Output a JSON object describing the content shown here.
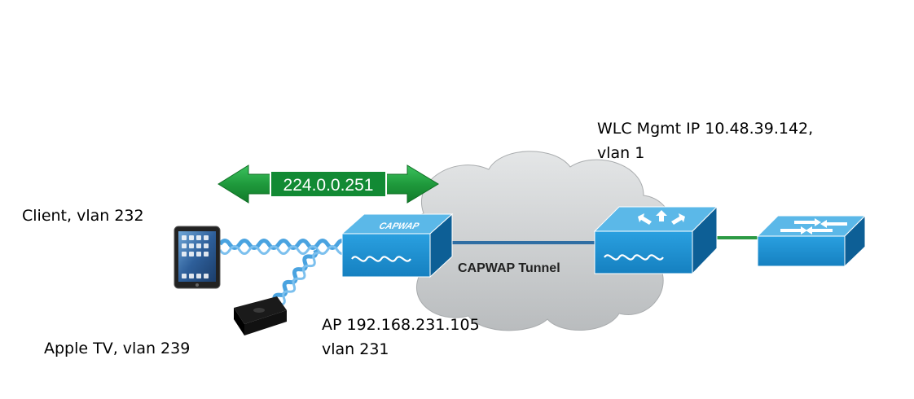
{
  "diagram": {
    "multicast_address": "224.0.0.251",
    "ap_badge": "CAPWAP",
    "tunnel_label": "CAPWAP Tunnel",
    "client_label": "Client, vlan 232",
    "appletv_label": "Apple TV, vlan 239",
    "ap_label_line1": "AP 192.168.231.105",
    "ap_label_line2": "vlan 231",
    "wlc_label_line1": "WLC Mgmt IP 10.48.39.142,",
    "wlc_label_line2": "vlan 1"
  },
  "colors": {
    "device_blue": "#1d8fd0",
    "device_top": "#5bb8e8",
    "device_side": "#0d5f96",
    "arrow_green": "#1f9a3c",
    "cloud_gray": "#c9cbcd",
    "tunnel_line": "#2f6ea3",
    "wireless_link": "#4aa3e0"
  },
  "icons": [
    "ipad-icon",
    "apple-tv-icon",
    "access-point-icon",
    "wlc-icon",
    "switch-icon",
    "cloud-icon",
    "multicast-arrow-icon"
  ]
}
